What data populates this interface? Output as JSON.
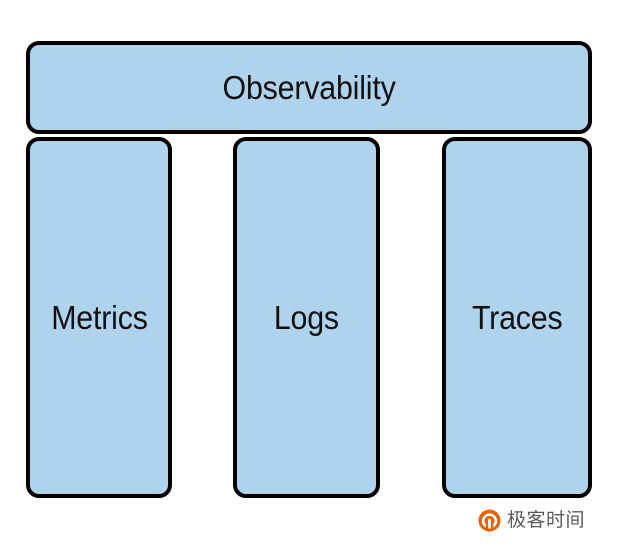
{
  "diagram": {
    "title_box": {
      "label": "Observability",
      "fill_color": "#afd3ec",
      "border_color": "#000000"
    },
    "pillars": [
      {
        "label": "Metrics",
        "fill_color": "#afd3ec",
        "border_color": "#000000"
      },
      {
        "label": "Logs",
        "fill_color": "#afd3ec",
        "border_color": "#000000"
      },
      {
        "label": "Traces",
        "fill_color": "#afd3ec",
        "border_color": "#000000"
      }
    ]
  },
  "watermark": {
    "icon": "geektime-logo-icon",
    "text": "极客时间",
    "logo_color": "#e8620c",
    "text_color": "#5b5b5b"
  },
  "canvas": {
    "background_color": "#ffffff"
  }
}
